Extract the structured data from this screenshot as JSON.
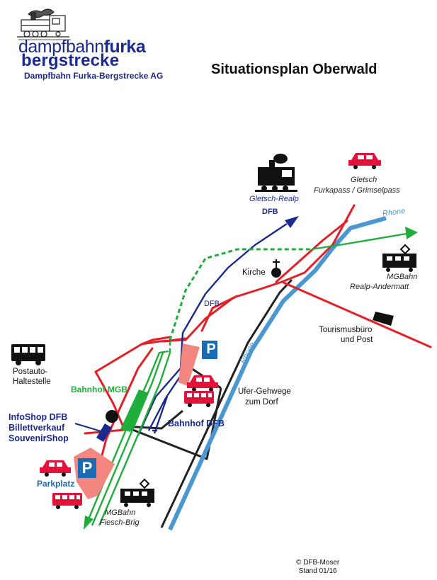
{
  "header": {
    "logo_word_light": "dampfbahn",
    "logo_word_bold": "furka",
    "logo_line2": "bergstrecke",
    "company": "Dampfbahn Furka-Bergstrecke AG",
    "title": "Situationsplan Oberwald"
  },
  "labels": {
    "gletsch_realp": "Gletsch-Realp",
    "dfb_top": "DFB",
    "dfb_mid": "DFB",
    "gletsch": "Gletsch",
    "furkapass": "Furkapass / Grimselpass",
    "rhone_top": "Rhone",
    "rhone_mid": "Rhone",
    "kirche": "Kirche",
    "mgbahn_top": "MGBahn",
    "realp_andermatt": "Realp-Andermatt",
    "tourismus": "Tourismusbüro",
    "und_post": "und Post",
    "postauto": "Postauto-",
    "haltestelle": "Haltestelle",
    "bahnhof_mgb": "Bahnhof MGB",
    "infoshop_l1": "InfoShop DFB",
    "infoshop_l2": "Billettverkauf",
    "infoshop_l3": "SouvenirShop",
    "ufer_l1": "Ufer-Gehwege",
    "ufer_l2": "zum Dorf",
    "bahnhof_dfb": "Bahnhof DFB",
    "parkplatz": "Parkplatz",
    "parking_p1": "P",
    "parking_p2": "P",
    "mgbahn_bottom": "MGBahn",
    "fiesch_brig": "Fiesch-Brig",
    "copyright": "© DFB-Moser",
    "stand": "Stand 01/16"
  },
  "colors": {
    "road": "#e32027",
    "dfb_track": "#1b2a8e",
    "mgb_track": "#1fae3c",
    "river": "#4a97d1",
    "parking_area": "#f3877f",
    "parking_sign": "#1a6bb5",
    "car": "#e4123b"
  },
  "icons": [
    "steam-locomotive-icon",
    "car-icon",
    "electric-train-icon",
    "bus-icon",
    "church-icon",
    "building-icon"
  ]
}
